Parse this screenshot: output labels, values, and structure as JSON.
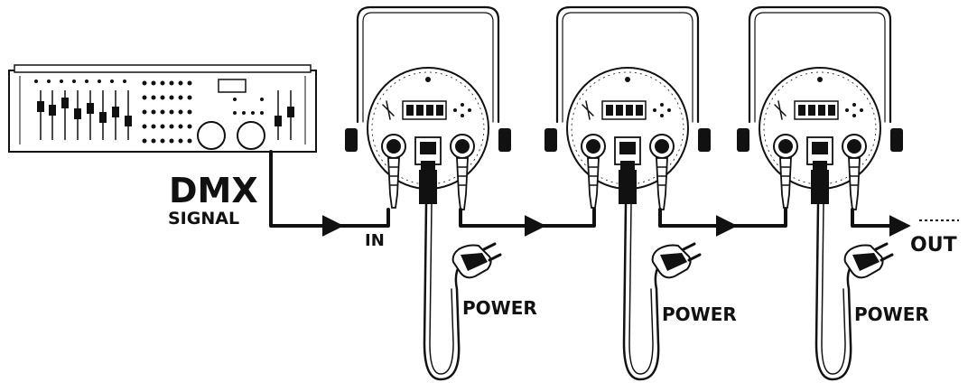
{
  "labels": {
    "dmx": "DMX",
    "signal": "SIGNAL",
    "in": "IN",
    "out": "OUT",
    "power_1": "POWER",
    "power_2": "POWER",
    "power_3": "POWER"
  },
  "fixtures": [
    {
      "id": "fixture-1"
    },
    {
      "id": "fixture-2"
    },
    {
      "id": "fixture-3"
    }
  ]
}
